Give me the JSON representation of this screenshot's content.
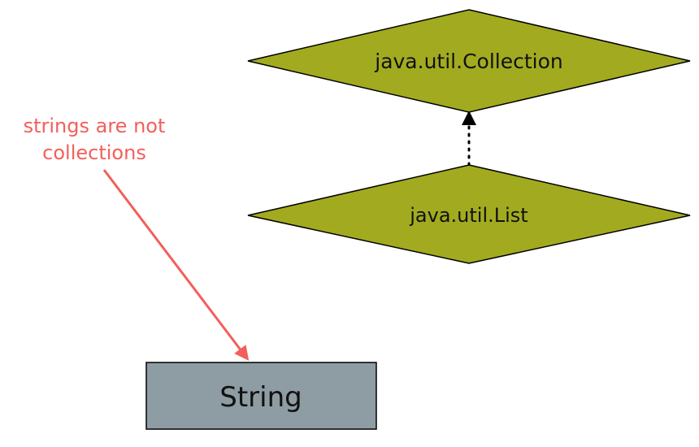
{
  "diagram": {
    "nodes": {
      "collection": {
        "label": "java.util.Collection",
        "shape": "diamond"
      },
      "list": {
        "label": "java.util.List",
        "shape": "diamond"
      },
      "string": {
        "label": "String",
        "shape": "rectangle"
      }
    },
    "annotation": {
      "line1": "strings are not",
      "line2": "collections"
    },
    "edges": [
      {
        "from": "list",
        "to": "collection",
        "style": "dotted"
      },
      {
        "from": "annotation",
        "to": "string",
        "style": "solid"
      }
    ]
  },
  "colors": {
    "diamond_fill": "#a2ab1f",
    "diamond_stroke": "#000000",
    "box_fill": "#8e9ca3",
    "box_stroke": "#000000",
    "annotation": "#f35f5b",
    "edge_dotted": "#000000"
  }
}
